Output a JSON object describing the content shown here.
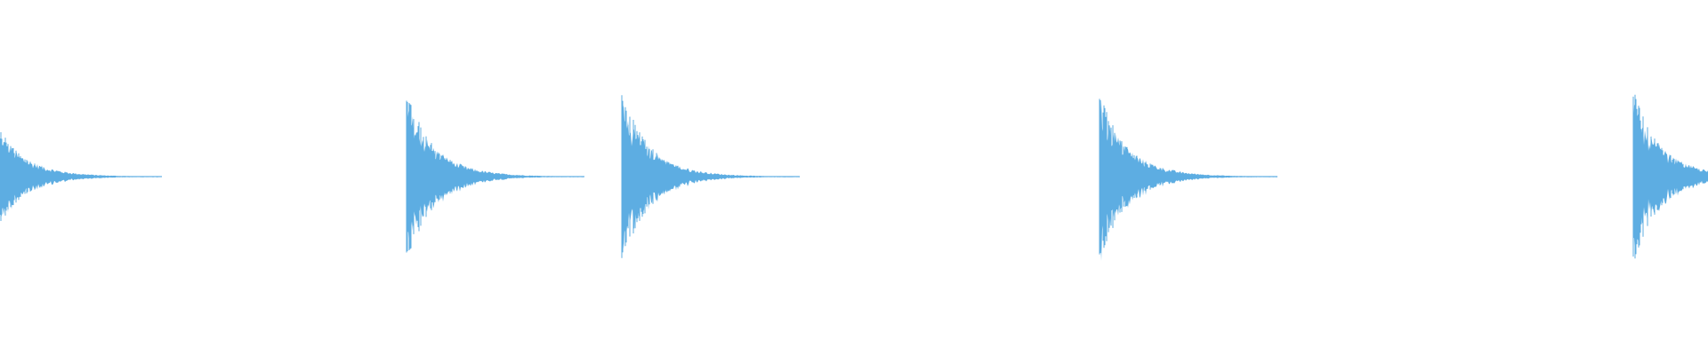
{
  "waveform": {
    "color": "#5dade2",
    "background": "#ffffff",
    "clip_count": 5,
    "clip_shape": "percussive-decay",
    "clips": [
      {
        "name": "clip-1",
        "clipped_at_left_edge": true
      },
      {
        "name": "clip-2"
      },
      {
        "name": "clip-3"
      },
      {
        "name": "clip-4"
      },
      {
        "name": "clip-5",
        "clipped_at_right_edge": true
      }
    ]
  }
}
